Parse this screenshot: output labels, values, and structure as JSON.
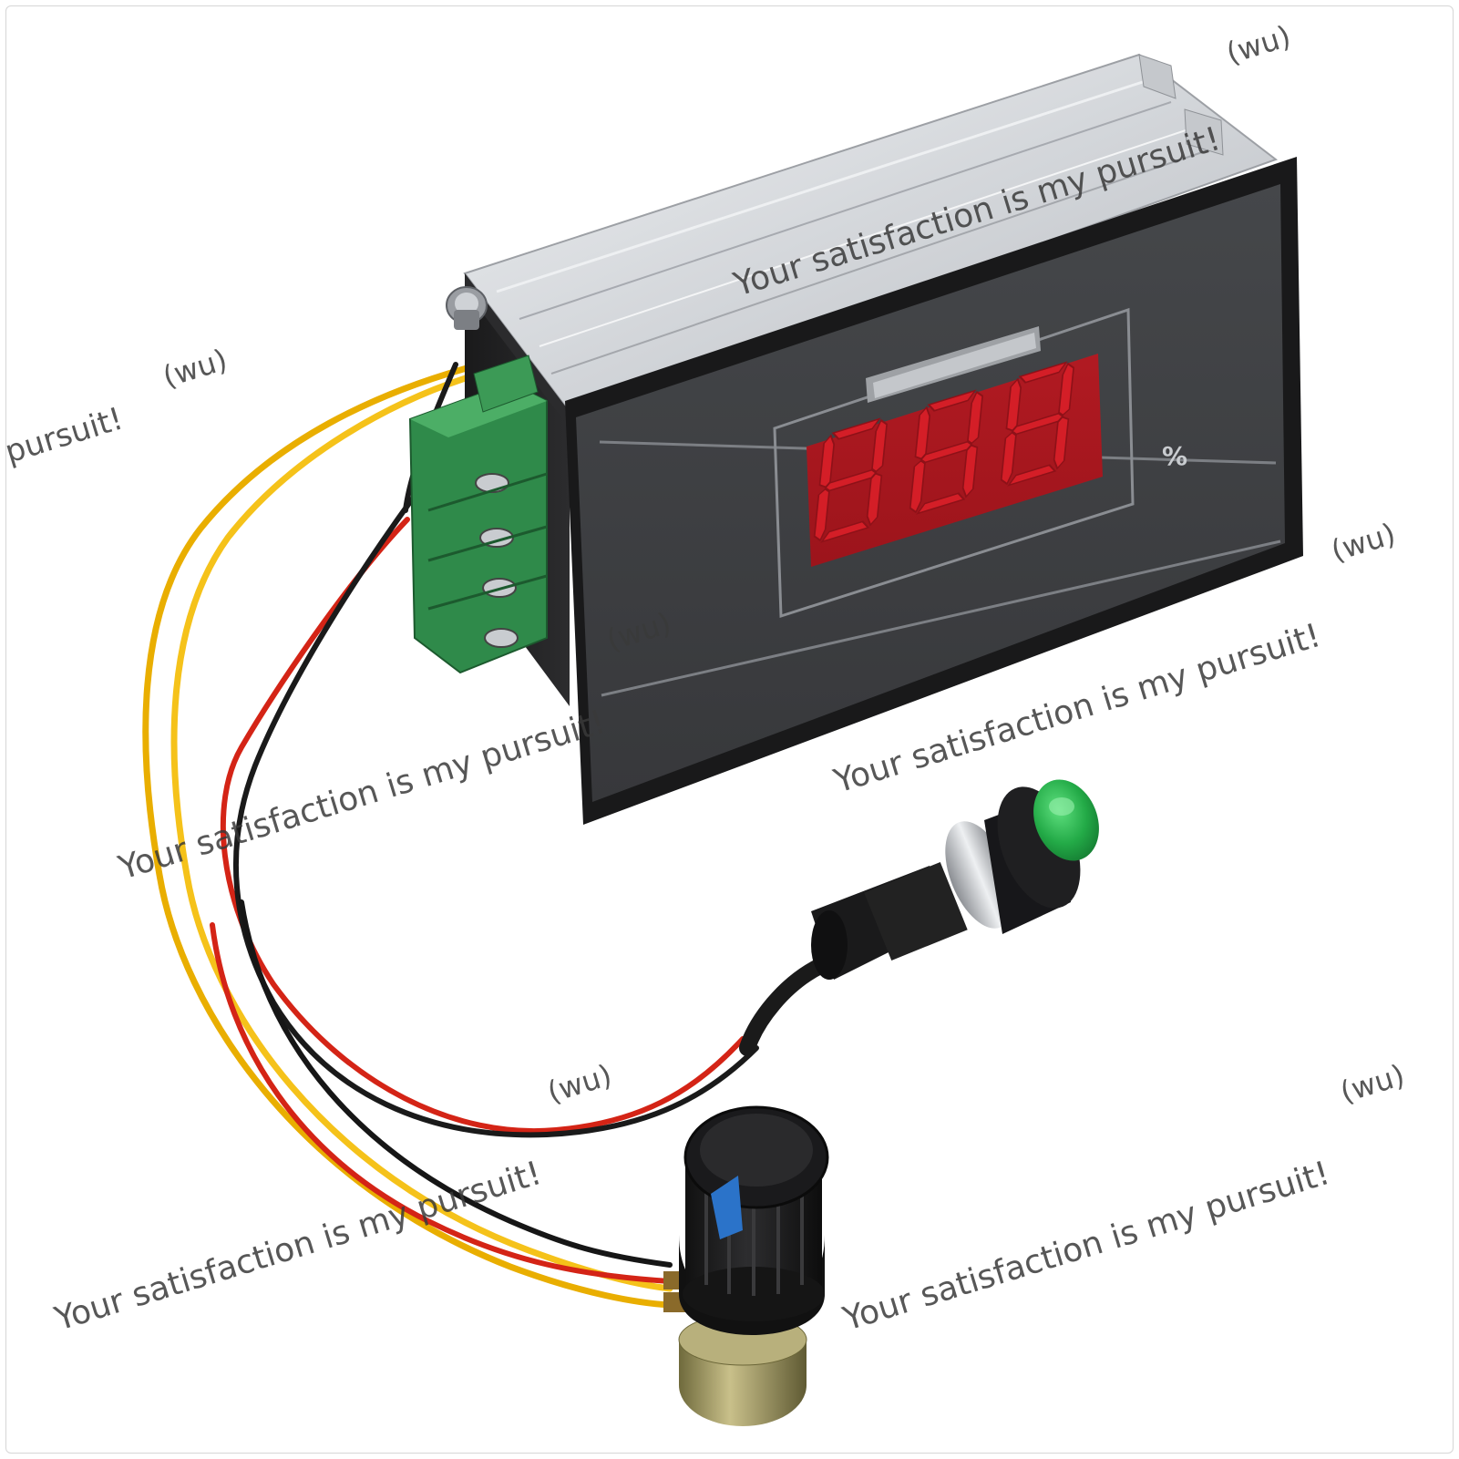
{
  "display": {
    "digits": [
      "8",
      "8",
      "8"
    ],
    "unit": "%",
    "segment_color": "#b3161d",
    "segment_on_color": "#d41e27"
  },
  "colors": {
    "panel": "#3c3d40",
    "bezel": "#1b1b1d",
    "heatsink": "#d7dadd",
    "terminal": "#2f8a4a",
    "wire_yellow": "#f2b705",
    "wire_red": "#d62718",
    "wire_black": "#1a1a1a",
    "button_cap": "#25b24a",
    "knob": "#1c1c1d",
    "knob_marker": "#2b73c9"
  },
  "watermark": {
    "slogan": "Your satisfaction is my pursuit!",
    "fragment": "pursuit!",
    "tag": "(wu)"
  }
}
